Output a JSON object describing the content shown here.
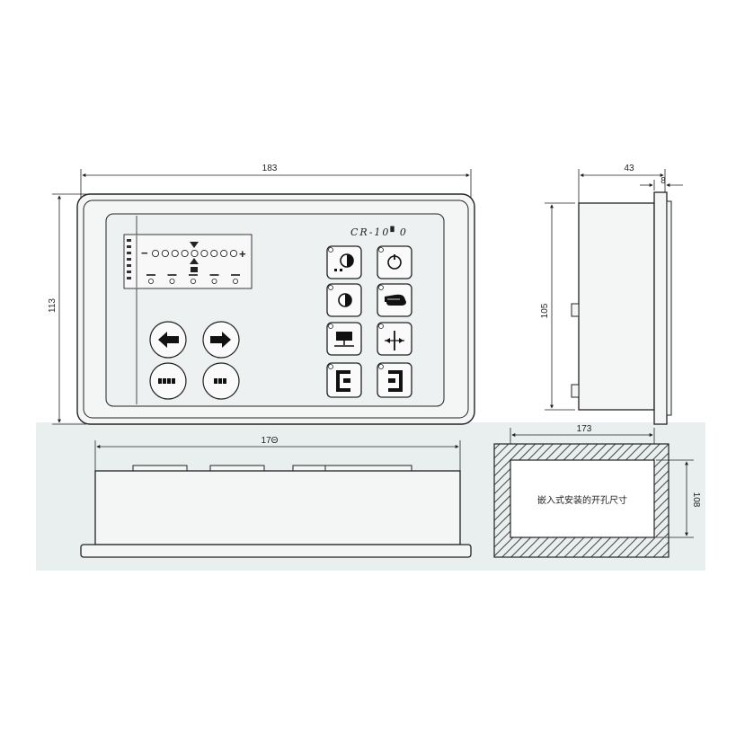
{
  "dimensions": {
    "front_width": "183",
    "front_height": "113",
    "side_depth": "43",
    "side_lip": "8",
    "side_height": "105",
    "bottom_width": "17Θ",
    "cutout_width": "173",
    "cutout_height": "108"
  },
  "panel": {
    "model_label": "CR-10▘0",
    "led_minus": "−",
    "led_plus": "+",
    "led_count": 9,
    "status_leds": 5,
    "nav_left_icon": "arrow-left-icon",
    "nav_right_icon": "arrow-right-icon",
    "auto_button_icon": "auto-label-icon",
    "set_button_icon": "set-label-icon",
    "function_buttons": [
      "half-circle-a-icon",
      "power-circle-icon",
      "half-circle-icon",
      "hand-point-icon",
      "monitor-sensor-icon",
      "center-cross-icon",
      "left-edge-icon",
      "right-edge-icon"
    ]
  },
  "cutout": {
    "caption": "嵌入式安装的开孔尺寸"
  },
  "colors": {
    "line": "#222222",
    "panel_fill": "#f4f6f6",
    "inner_fill": "#eef1f1",
    "floor": "#e9efef",
    "hatch": "#444444"
  }
}
